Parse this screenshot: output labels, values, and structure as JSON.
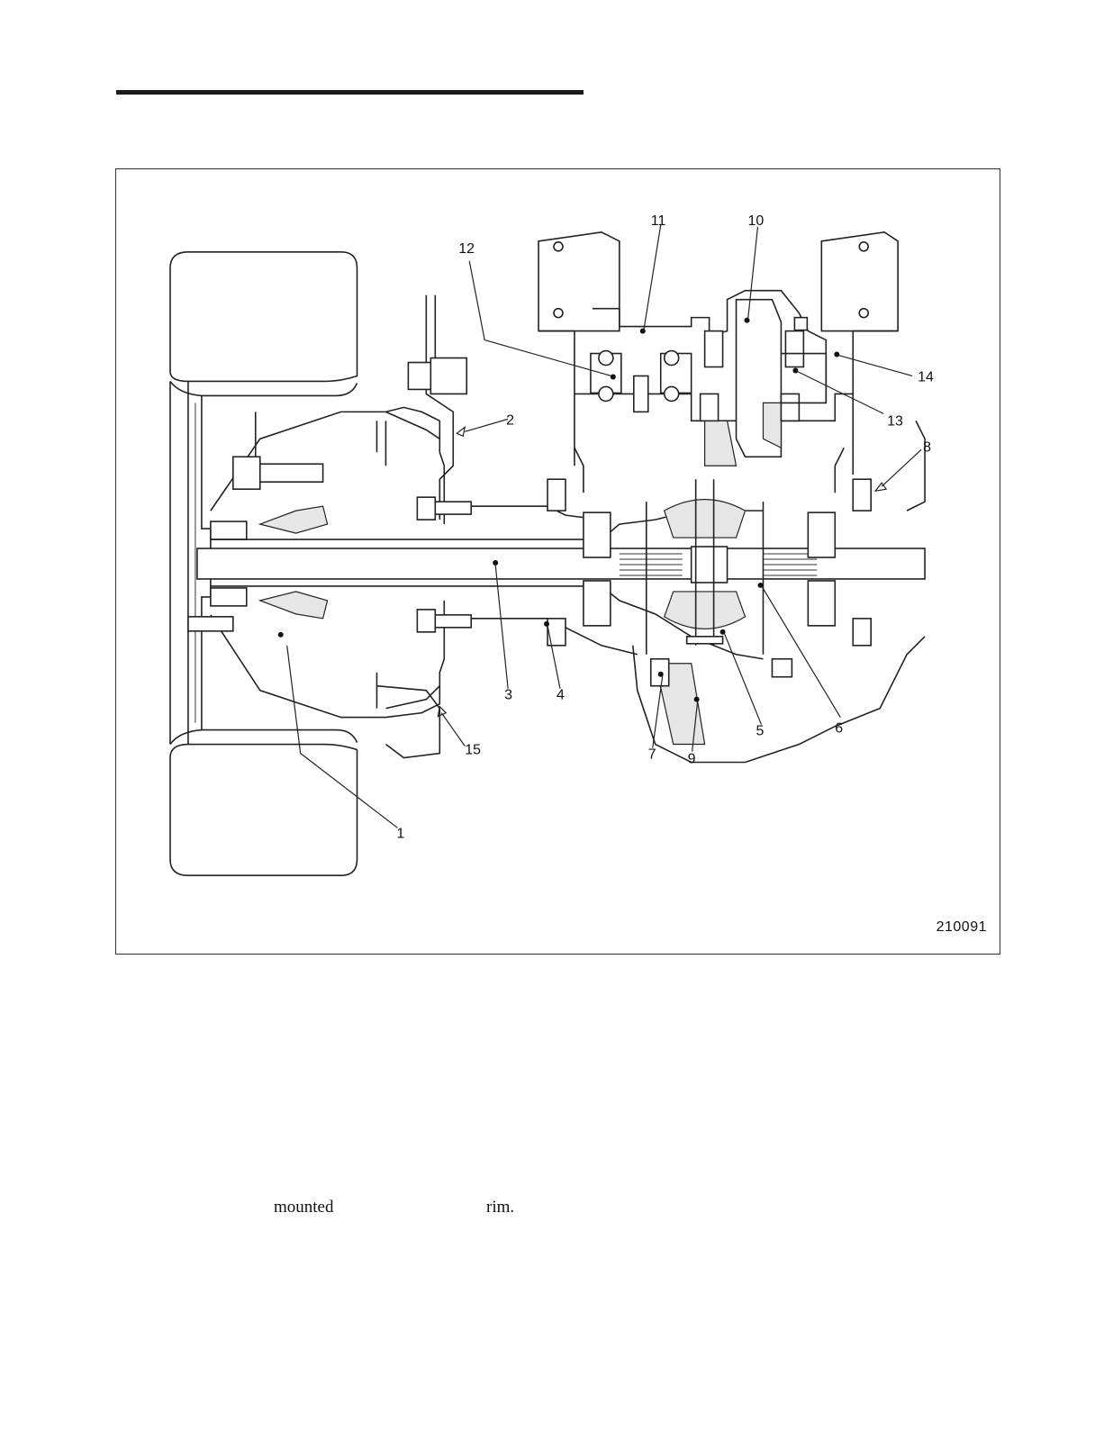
{
  "figure": {
    "id": "210091",
    "callouts": [
      "1",
      "2",
      "3",
      "4",
      "5",
      "6",
      "7",
      "8",
      "9",
      "10",
      "11",
      "12",
      "13",
      "14",
      "15"
    ]
  },
  "caption": {
    "word1": "mounted",
    "word2": "rim."
  }
}
